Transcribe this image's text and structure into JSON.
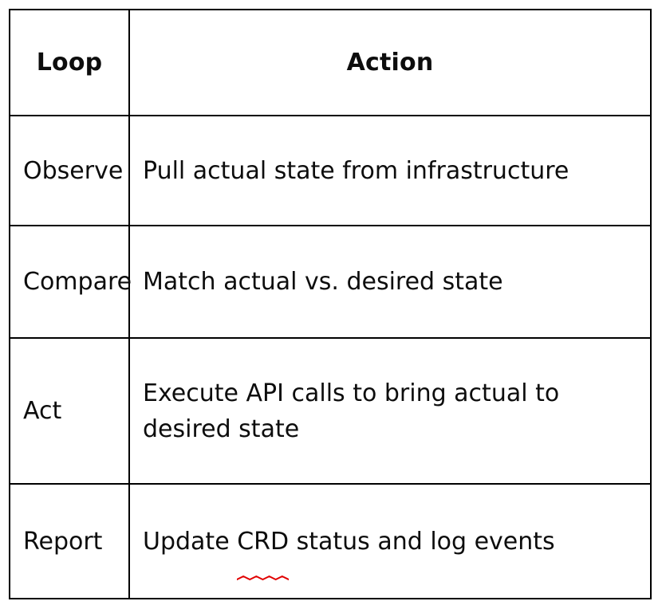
{
  "table": {
    "headers": [
      {
        "label": "Loop"
      },
      {
        "label": "Action"
      }
    ],
    "rows": [
      {
        "loop": "Observe",
        "action": "Pull actual state from infrastructure",
        "action_before": "Pull actual state from infrastructure",
        "action_misspelled": "",
        "action_after": ""
      },
      {
        "loop": "Compare",
        "action": "Match actual vs. desired state",
        "action_before": "Match actual vs. desired state",
        "action_misspelled": "",
        "action_after": ""
      },
      {
        "loop": "Act",
        "action": "Execute API calls to bring actual to desired state",
        "action_before": "Execute API calls to bring actual to desired state",
        "action_misspelled": "",
        "action_after": ""
      },
      {
        "loop": "Report",
        "action": "Update CRD status and log events",
        "action_before": "Update ",
        "action_misspelled": "CRD",
        "action_after": " status and log events"
      }
    ]
  },
  "colors": {
    "border": "#000000",
    "text": "#0d0d0d",
    "background": "#ffffff",
    "spellcheck_underline": "#e10000"
  }
}
